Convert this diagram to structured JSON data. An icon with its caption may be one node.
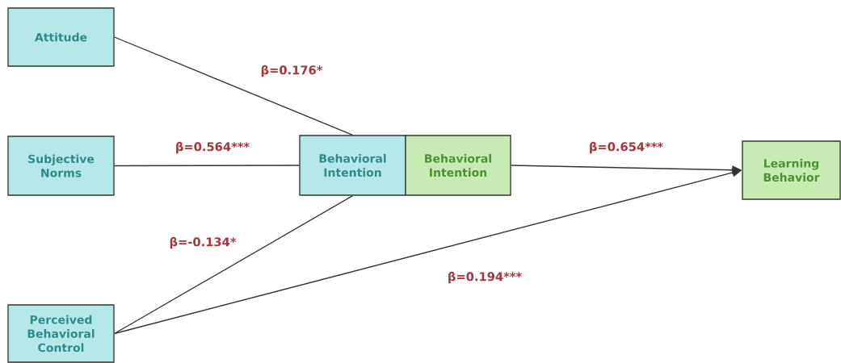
{
  "diagram": {
    "nodes": [
      {
        "text": [
          "Attitude"
        ]
      },
      {
        "text": [
          "Subjective Norms"
        ]
      },
      {
        "text": [
          "Behavioral Intention"
        ]
      },
      {
        "text": [
          "Behavioral Intention"
        ]
      },
      {
        "text": [
          "Learning Behavior"
        ]
      },
      {
        "text": [
          "Perceived Behavioral Control"
        ]
      }
    ],
    "edges": [
      {
        "from": 0,
        "to": 2,
        "arrow": "none",
        "label": "β=0.176*"
      },
      {
        "from": 1,
        "to": 2,
        "arrow": "none",
        "label": "β=0.564***"
      },
      {
        "from": 5,
        "to": 2,
        "arrow": "none",
        "label": "β=-0.134*"
      },
      {
        "from": 3,
        "to": 4,
        "arrow": "to",
        "label": "β=0.654***"
      },
      {
        "from": 5,
        "to": 4,
        "arrow": "to",
        "label": "β=0.194***"
      }
    ]
  }
}
